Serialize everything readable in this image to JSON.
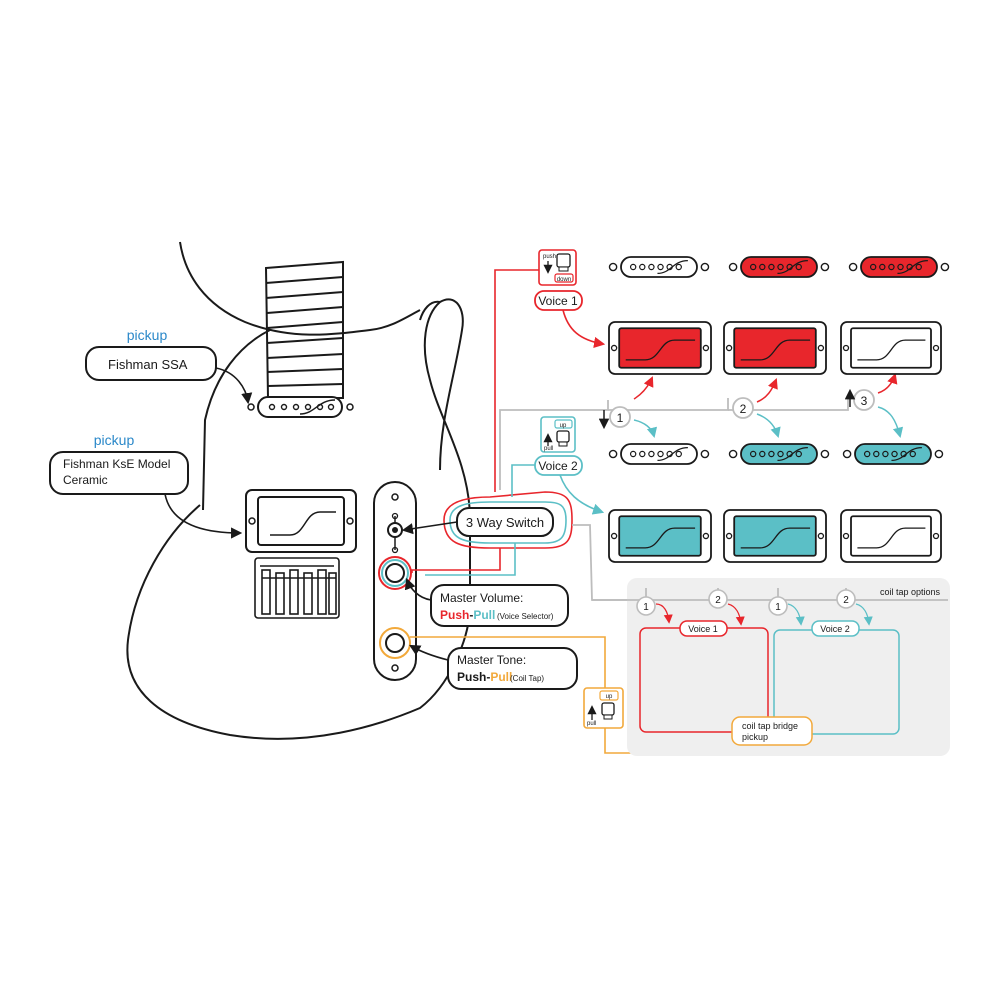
{
  "colors": {
    "voice1": "#e8262c",
    "voice2": "#5bbfc6",
    "coil_tap": "#f2a93b",
    "line": "#1a1a1a",
    "gray": "#bdbdbd",
    "panel": "#efefef",
    "label_blue": "#2a88c9"
  },
  "pickups": {
    "neck": {
      "tag": "pickup",
      "name": "Fishman SSA"
    },
    "bridge": {
      "tag": "pickup",
      "name_line1": "Fishman KsE Model",
      "name_line2": "Ceramic"
    }
  },
  "controls": {
    "switch": "3 Way Switch",
    "volume": {
      "title": "Master Volume:",
      "push": "Push",
      "sep": "-",
      "pull": "Pull",
      "note": "(Voice Selector)"
    },
    "tone": {
      "title": "Master Tone:",
      "push": "Push",
      "sep": "-",
      "pull": "Pull",
      "note": "(Coil Tap)"
    }
  },
  "voice1": {
    "label": "Voice 1",
    "push": "push",
    "down": "down"
  },
  "voice2": {
    "label": "Voice 2",
    "up": "up",
    "pull": "pull"
  },
  "positions": [
    "1",
    "2",
    "3"
  ],
  "coil_tap": {
    "title": "coil tap options",
    "voice1": "Voice 1",
    "voice2": "Voice 2",
    "positions": [
      "1",
      "2",
      "1",
      "2"
    ],
    "bridge_label_line1": "coil tap bridge",
    "bridge_label_line2": "pickup",
    "up": "up",
    "pull": "pull"
  }
}
